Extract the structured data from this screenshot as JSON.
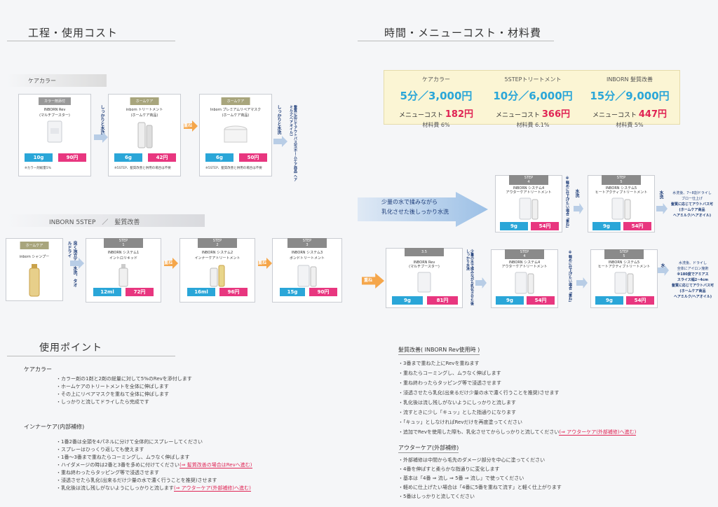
{
  "left_title": "工程・使用コスト",
  "right_title": "時間・メニューコスト・材料費",
  "care_color": {
    "section_label": "ケアカラー",
    "cards": [
      {
        "tag": "カラー剤添付",
        "name1": "INBORN Rev",
        "name2": "(マルチブースター)",
        "amount": "10g",
        "price": "90円",
        "note": "※カラー剤総量5%"
      },
      {
        "tag": "ホームケア",
        "name1": "inborn トリートメント",
        "name2": "(ホームケア商品)",
        "amount": "6g",
        "price": "42円",
        "note": "※5STEP、髪質改善と併用の場合は不要"
      },
      {
        "tag": "ホームケア",
        "name1": "Inborn プレミアムリペアマスク",
        "name2": "(ホームケア商品)",
        "amount": "6g",
        "price": "50円",
        "note": "※5STEP、髪質改善と併用の場合は不要"
      }
    ],
    "arrow1_text": "しっかりと水洗",
    "arrow2_label": "重ね",
    "arrow3_text": "しっかりと水洗",
    "side_note": "髪質に応じてアウトバス可(ホームケア商品 ヘアミルク/ヘアオイル)"
  },
  "five_step": {
    "section_label": "INBORN 5STEP　／　髪質改善",
    "shampoo": {
      "tag": "ホームケア",
      "name": "inborn シャンプー"
    },
    "arrow1_text": "良く泡立て、水洗、タオルドライ",
    "steps": [
      {
        "step": "STEP",
        "num": "1",
        "name": "INBORN システム1",
        "name2": "イントロリキッド",
        "amount": "12ml",
        "price": "72円"
      },
      {
        "step": "STEP",
        "num": "2",
        "name": "INBORN システム2",
        "name2": "インナーケアトリートメント",
        "amount": "16ml",
        "price": "96円"
      },
      {
        "step": "STEP",
        "num": "3",
        "name": "INBORN システム3",
        "name2": "ボンドトリートメント",
        "amount": "15g",
        "price": "90円"
      }
    ],
    "overlap": "重ね"
  },
  "pricing": {
    "cols": [
      {
        "head": "ケアカラー",
        "time_cost": "5分／3,000円",
        "menu_label": "メニューコスト",
        "menu_cost": "182円",
        "mat_label": "材料費",
        "mat": "6%"
      },
      {
        "head": "5STEPトリートメント",
        "time_cost": "10分／6,000円",
        "menu_label": "メニューコスト",
        "menu_cost": "366円",
        "mat_label": "材料費",
        "mat": "6.1%"
      },
      {
        "head": "INBORN 髪質改善",
        "time_cost": "15分／9,000円",
        "menu_label": "メニューコスト",
        "menu_cost": "447円",
        "mat_label": "材料費",
        "mat": "5%"
      }
    ]
  },
  "right_flow": {
    "big_arrow_text1": "少量の水で揉みながら",
    "big_arrow_text2": "乳化させた後しっかり水洗",
    "row1": [
      {
        "step": "STEP",
        "num": "4",
        "name": "INBORN システム4",
        "name2": "アウターケアトリートメント",
        "amount": "9g",
        "price": "54円"
      },
      {
        "step": "STEP",
        "num": "5",
        "name": "INBORN システム5",
        "name2": "ヒートアクティブトリートメント",
        "amount": "9g",
        "price": "54円"
      }
    ],
    "row1_mid_text": "※軽めに仕上げたい場合「重ね」",
    "row1_wash": "水洗",
    "row1_end_wash": "水洗",
    "row1_end_note": [
      "水洗後、7~8割ドライし",
      "ブロー仕上げ",
      "髪質に応じてアウトバス可",
      "(ホームケア商品",
      "ヘアミルク/ヘアオイル)"
    ],
    "rev_card": {
      "step": "3.5",
      "name": "INBORN Rev",
      "name2": "(マルチブースター)",
      "amount": "9g",
      "price": "81円"
    },
    "overlap": "重ね",
    "rev_side": "少量の水で揉みながら乳化させた後しっかり水洗",
    "row2": [
      {
        "step": "STEP",
        "num": "4",
        "name": "INBORN システム4",
        "name2": "アウターケアトリートメント",
        "amount": "9g",
        "price": "54円"
      },
      {
        "step": "STEP",
        "num": "5",
        "name": "INBORN システム5",
        "name2": "ヒートアクティブトリートメント",
        "amount": "9g",
        "price": "54円"
      }
    ],
    "row2_mid_text": "※軽めに仕上げたい場合「重ね」",
    "row2_end_wash": "水洗",
    "row2_end_note": [
      "水洗後、ドライし",
      "全体にアイロン施術",
      "※180度でアミアス",
      "スライス幅2~4cm",
      "髪質に応じてアウトバス可",
      "(ホームケア商品",
      "ヘアミルク/ヘアオイル)"
    ]
  },
  "points": {
    "title": "使用ポイント",
    "care_color_head": "ケアカラー",
    "care_color_items": [
      "・カラー剤の1剤と2剤の総量に対して5%のRevを添付します",
      "・ホームケアのトリートメントを全体に伸ばします",
      "・その上にリペアマスクを重ねて全体に伸ばします",
      "・しっかりと流してドライしたら完成です"
    ],
    "inner_head": "インナーケア(内部補修)",
    "inner_items": [
      "・1番2番は全頭を4パネルに分けて全体的にスプレーしてください",
      "・スプレーはひっくり返しても使えます",
      "・1番～3番まで重ねたらコーミングし、ムラなく伸ばします",
      "・ハイダメージの時は2番と3番を多めに付けてください",
      "・重ね終わったらタッピング等で浸透させます",
      "・浸透させたら乳化(出来るだけ少量の水で濃く行うことを推奨)させます",
      "・乳化後は流し残しがないようにしっかりと流します"
    ],
    "inner_link1": "(⇒ 髪質改善の場合はRevへ進む)",
    "inner_link2": "(⇒ アウターケア(外部補修)へ進む)"
  },
  "kaizen": {
    "head": "髪質改善( INBORN Rev使用時 )",
    "items": [
      "・3番まで重ねた上にRevを重ねます",
      "・重ねたらコーミングし、ムラなく伸ばします",
      "・重ね終わったらタッピング等で浸透させます",
      "・浸透させたら乳化(出来るだけ少量の水で濃く行うことを推奨)させます",
      "・乳化後は流し残しがないようにしっかりと流します",
      "・流すときに少し「キュッ」とした指通りになります",
      "・「キュッ」としなければRevだけを再度塗ってください",
      "・追加でRevを使用した際も、乳化させてからしっかりと流してください"
    ],
    "link": "(⇒ アウターケア(外部補修)へ進む)",
    "outer_head": "アウターケア(外部補修)",
    "outer_items": [
      "・外部補修は中間から毛先のダメージ部分を中心に塗ってください",
      "・4番を伸ばすと柔らかな指通りに変化します",
      "・基本は「4番 ⇒ 流し ⇒ 5番 ⇒ 流し」で使ってください",
      "・軽めに仕上げたい場合は「4番に5番を重ねて流す」と軽く仕上がります",
      "・5番はしっかりと流してください"
    ]
  }
}
